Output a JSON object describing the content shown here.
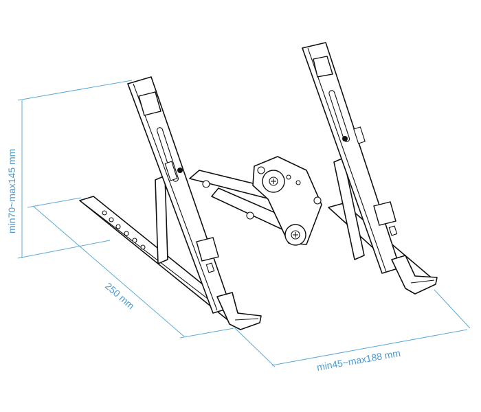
{
  "dimensions": {
    "height_label": "min70~max145 mm",
    "depth_label": "250 mm",
    "width_label": "min45~max188 mm"
  },
  "colors": {
    "dimension_line": "#5aa9d8",
    "dimension_text": "#4a9bd0",
    "outline": "#111111"
  }
}
